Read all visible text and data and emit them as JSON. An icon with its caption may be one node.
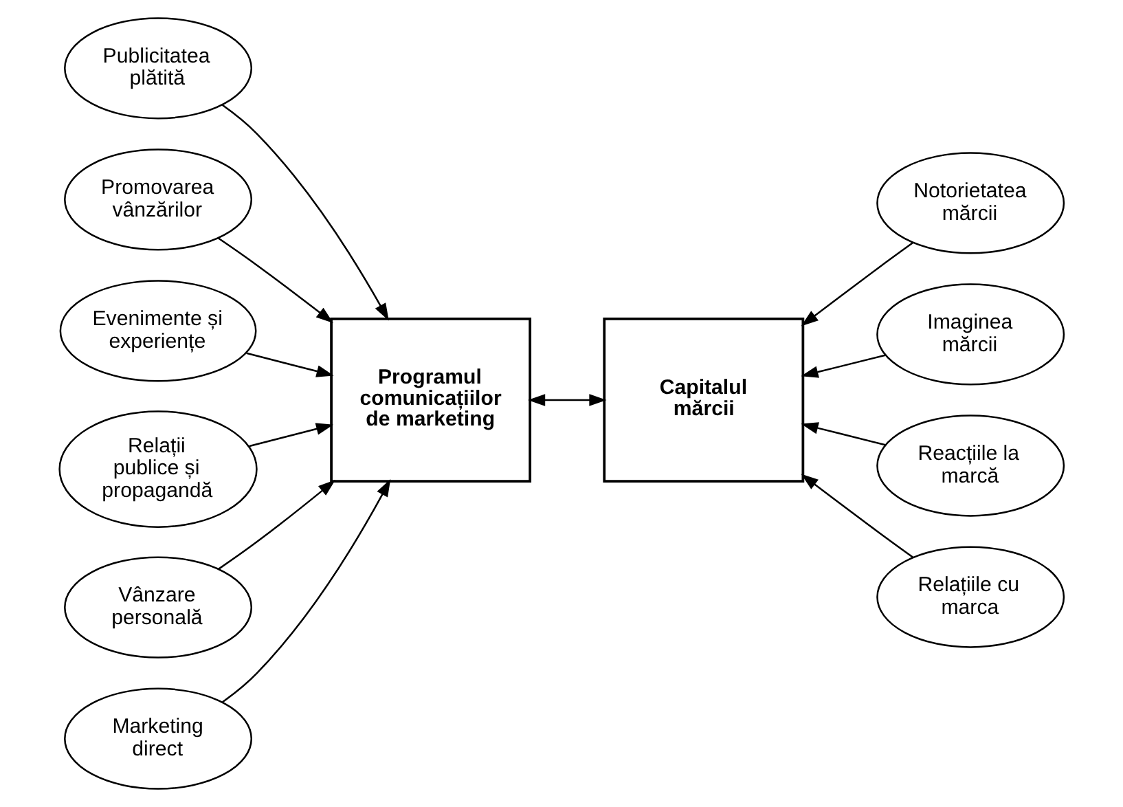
{
  "diagram": {
    "nodes": [
      {
        "text": [
          "Publicitatea plătită"
        ]
      },
      {
        "text": [
          "Promovarea vânzărilor"
        ]
      },
      {
        "text": [
          "Evenimente și experiențe"
        ]
      },
      {
        "text": [
          "Relații publice și propagandă"
        ]
      },
      {
        "text": [
          "Vânzare personală"
        ]
      },
      {
        "text": [
          "Marketing direct"
        ]
      },
      {
        "text": [
          "Programul comunicațiilor de marketing"
        ]
      },
      {
        "text": [
          "Capitalul mărcii"
        ]
      },
      {
        "text": [
          "Notorietatea mărcii"
        ]
      },
      {
        "text": [
          "Imaginea mărcii"
        ]
      },
      {
        "text": [
          "Reacțiile la marcă"
        ]
      },
      {
        "text": [
          "Relațiile cu marca"
        ]
      }
    ],
    "edges": [
      {
        "from": 0,
        "to": 6,
        "arrow": "to"
      },
      {
        "from": 1,
        "to": 6,
        "arrow": "to"
      },
      {
        "from": 2,
        "to": 6,
        "arrow": "to"
      },
      {
        "from": 3,
        "to": 6,
        "arrow": "to"
      },
      {
        "from": 4,
        "to": 6,
        "arrow": "to"
      },
      {
        "from": 5,
        "to": 6,
        "arrow": "to"
      },
      {
        "from": 6,
        "to": 7,
        "arrow": "both"
      },
      {
        "from": 8,
        "to": 7,
        "arrow": "to"
      },
      {
        "from": 9,
        "to": 7,
        "arrow": "to"
      },
      {
        "from": 10,
        "to": 7,
        "arrow": "to"
      },
      {
        "from": 11,
        "to": 7,
        "arrow": "to"
      }
    ]
  }
}
